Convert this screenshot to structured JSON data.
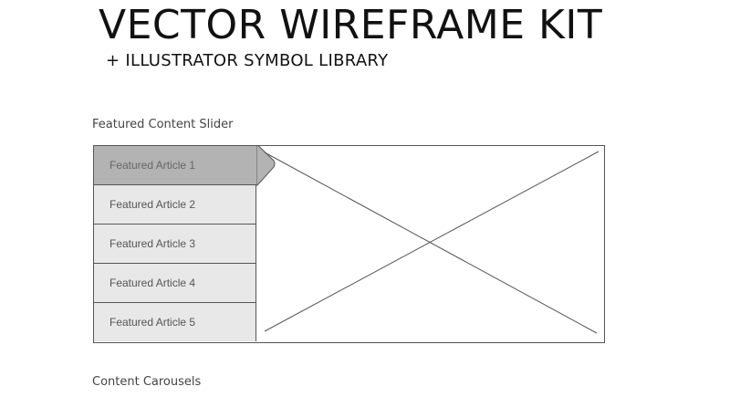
{
  "header": {
    "title": "VECTOR WIREFRAME KIT",
    "subtitle": "+ ILLUSTRATOR SYMBOL LIBRARY"
  },
  "sections": {
    "slider_label": "Featured Content Slider",
    "carousel_label": "Content Carousels"
  },
  "slider": {
    "active_index": 0,
    "items": [
      {
        "label": "Featured Article 1"
      },
      {
        "label": "Featured Article 2"
      },
      {
        "label": "Featured Article 3"
      },
      {
        "label": "Featured Article 4"
      },
      {
        "label": "Featured Article 5"
      }
    ]
  },
  "colors": {
    "active_tab": "#b3b3b3",
    "inactive_tab": "#e8e8e8",
    "stroke": "#555555"
  }
}
